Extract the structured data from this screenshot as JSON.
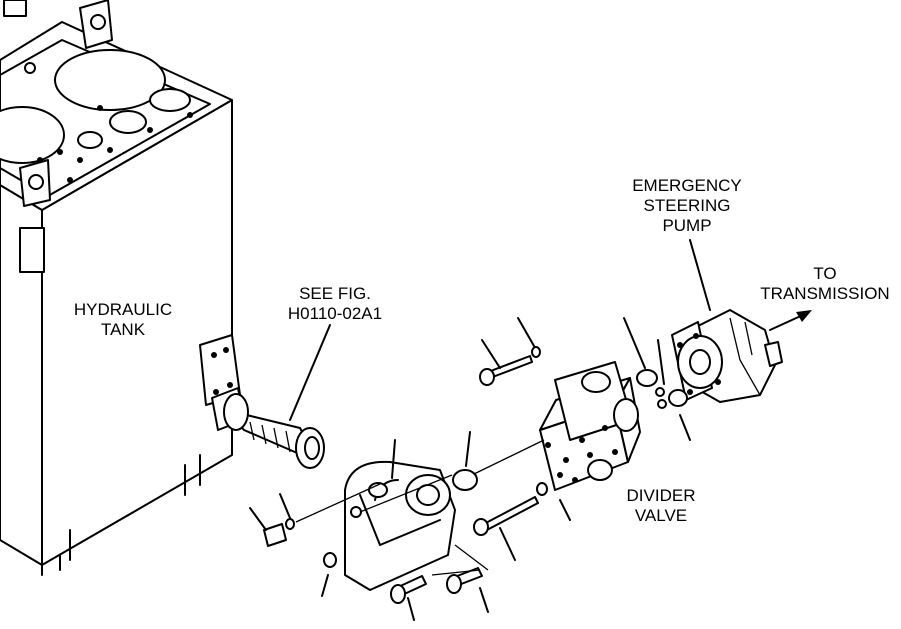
{
  "labels": {
    "hydraulic_tank": [
      "HYDRAULIC",
      "TANK"
    ],
    "see_fig": [
      "SEE FIG.",
      "H0110-02A1"
    ],
    "emergency_pump": [
      "EMERGENCY",
      "STEERING",
      "PUMP"
    ],
    "to_transmission": [
      "TO",
      "TRANSMISSION"
    ],
    "divider_valve": [
      "DIVIDER",
      "VALVE"
    ]
  }
}
